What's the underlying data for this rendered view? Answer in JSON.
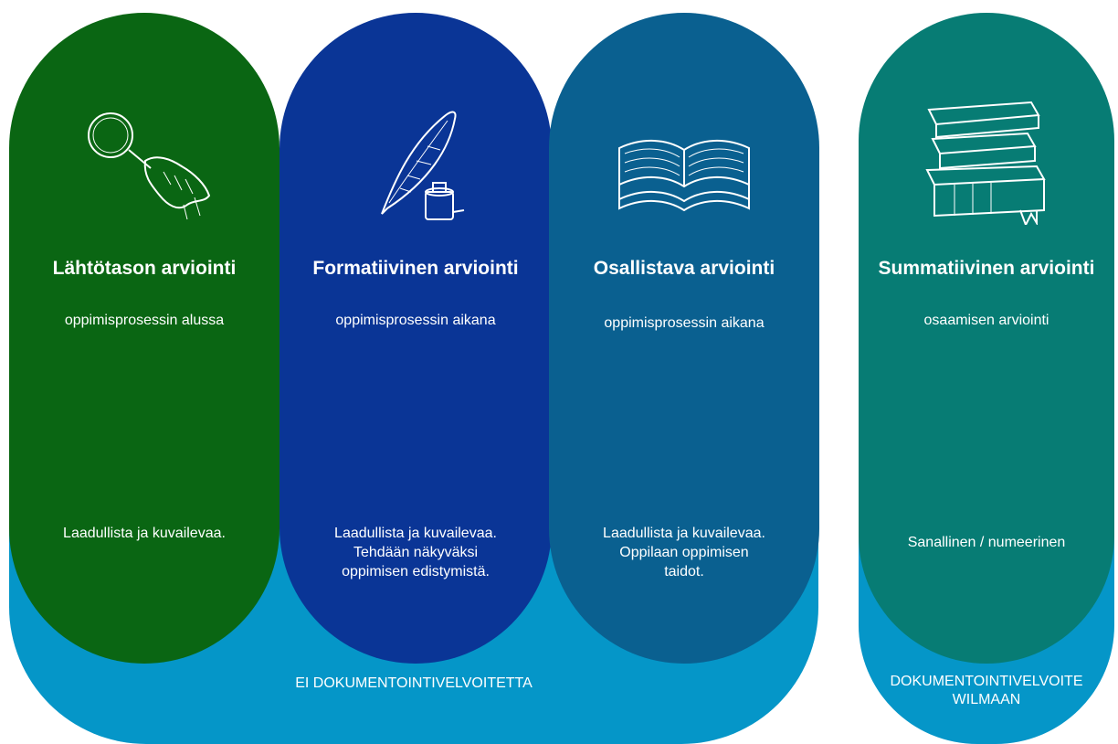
{
  "columns": [
    {
      "icon": "magnifying-glass-icon",
      "title": "Lähtötason arviointi",
      "subtitle": "oppimisprosessin alussa",
      "description": [
        "Laadullista ja kuvailevaa."
      ]
    },
    {
      "icon": "quill-and-ink-icon",
      "title": "Formatiivinen arviointi",
      "subtitle": "oppimisprosessin aikana",
      "description": [
        "Laadullista ja kuvailevaa.",
        "Tehdään näkyväksi",
        "oppimisen edistymistä."
      ]
    },
    {
      "icon": "open-book-icon",
      "title": "Osallistava arviointi",
      "subtitle": "oppimisprosessin aikana",
      "description": [
        "Laadullista ja kuvailevaa.",
        "Oppilaan oppimisen",
        "taidot."
      ]
    },
    {
      "icon": "book-stack-icon",
      "title": "Summatiivinen arviointi",
      "subtitle": "osaamisen arviointi",
      "description": [
        "Sanallinen / numeerinen"
      ]
    }
  ],
  "bases": {
    "left": {
      "label": "EI DOKUMENTOINTIVELVOITETTA"
    },
    "right": {
      "label_lines": [
        "DOKUMENTOINTIVELVOITE",
        "WILMAAN"
      ]
    }
  },
  "colors": {
    "green": "#0a6613",
    "navy": "#0a3596",
    "blue": "#0a6090",
    "teal": "#077c74",
    "base": "#0596c8"
  }
}
